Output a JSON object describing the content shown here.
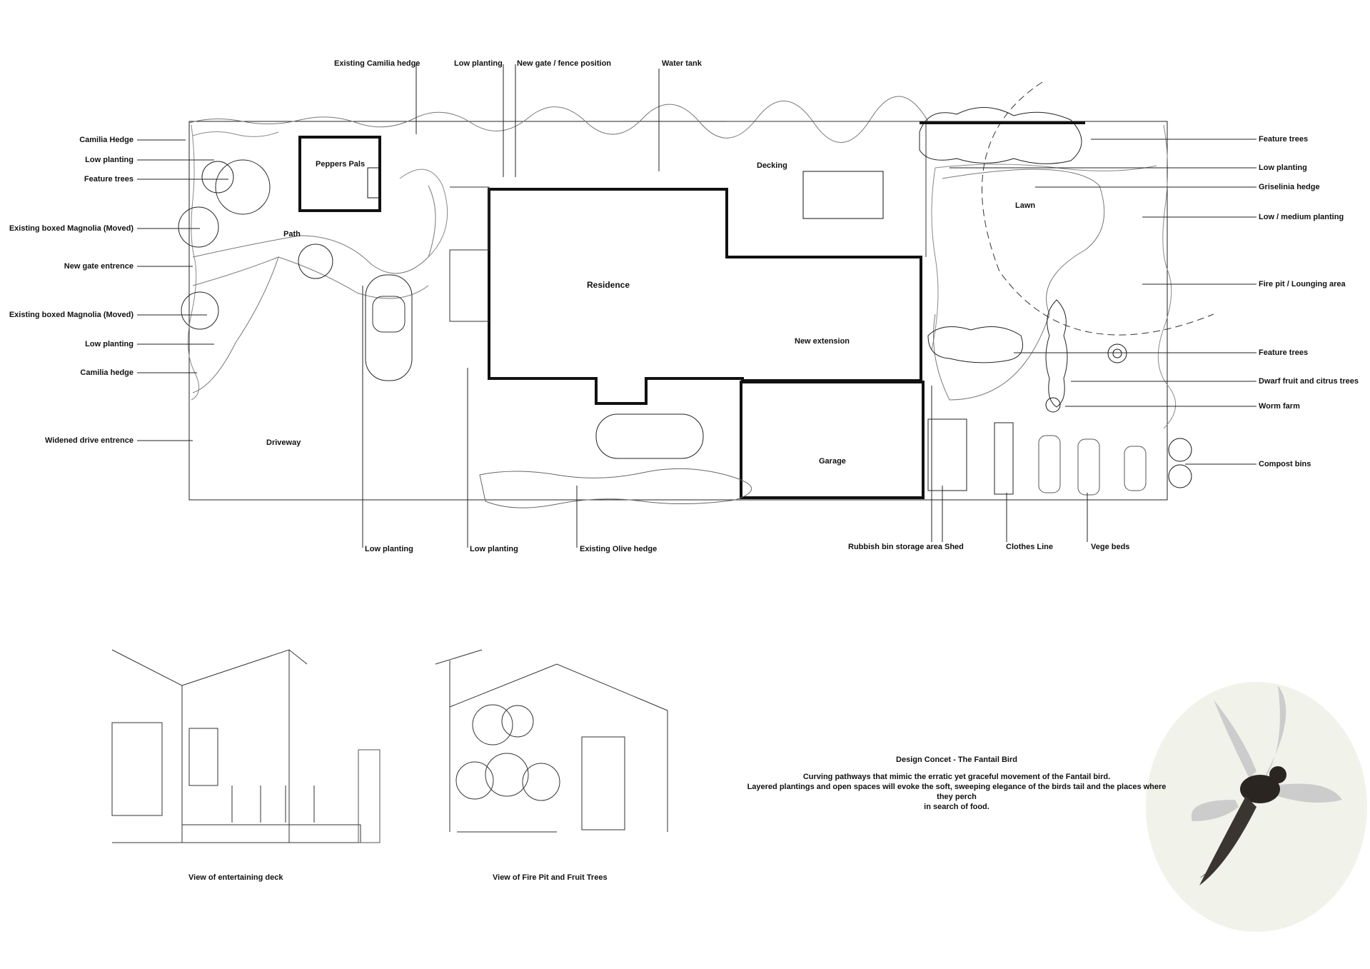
{
  "left_labels": {
    "camilia_hedge": "Camilia Hedge",
    "low_planting_1": "Low planting",
    "feature_trees": "Feature trees",
    "magnolia_1": "Existing boxed Magnolia (Moved)",
    "new_gate": "New gate entrence",
    "magnolia_2": "Existing boxed Magnolia (Moved)",
    "low_planting_2": "Low planting",
    "camilia_hedge_2": "Camilia hedge",
    "widened_drive": "Widened drive entrence"
  },
  "top_labels": {
    "existing_camilia": "Existing Camilia hedge",
    "low_planting": "Low planting",
    "new_gate_fence": "New gate / fence position",
    "water_tank": "Water tank"
  },
  "right_labels": {
    "feature_trees_1": "Feature trees",
    "low_planting": "Low planting",
    "griselinia": "Griselinia hedge",
    "low_medium": "Low / medium planting",
    "fire_pit": "Fire pit / Lounging area",
    "feature_trees_2": "Feature trees",
    "dwarf_fruit": "Dwarf fruit and citrus trees",
    "worm_farm": "Worm farm",
    "compost": "Compost bins"
  },
  "bottom_labels": {
    "low_planting_a": "Low planting",
    "low_planting_b": "Low planting",
    "olive_hedge": "Existing Olive hedge",
    "rubbish": "Rubbish bin storage area",
    "shed": "Shed",
    "clothes_line": "Clothes Line",
    "vege_beds": "Vege beds"
  },
  "rooms": {
    "peppers_pals": "Peppers Pals",
    "path": "Path",
    "residence": "Residence",
    "decking": "Decking",
    "new_extension": "New extension",
    "garage": "Garage",
    "lawn": "Lawn",
    "driveway": "Driveway"
  },
  "captions": {
    "deck_view": "View of entertaining deck",
    "firepit_view": "View of Fire Pit and Fruit Trees"
  },
  "concept": {
    "title": "Design Concet - The Fantail Bird",
    "line1": "Curving pathways that mimic the erratic yet graceful movement of the Fantail bird.",
    "line2": "Layered plantings and open spaces will evoke the soft, sweeping elegance of the birds tail and the places where they perch",
    "line3": "in search of food."
  }
}
